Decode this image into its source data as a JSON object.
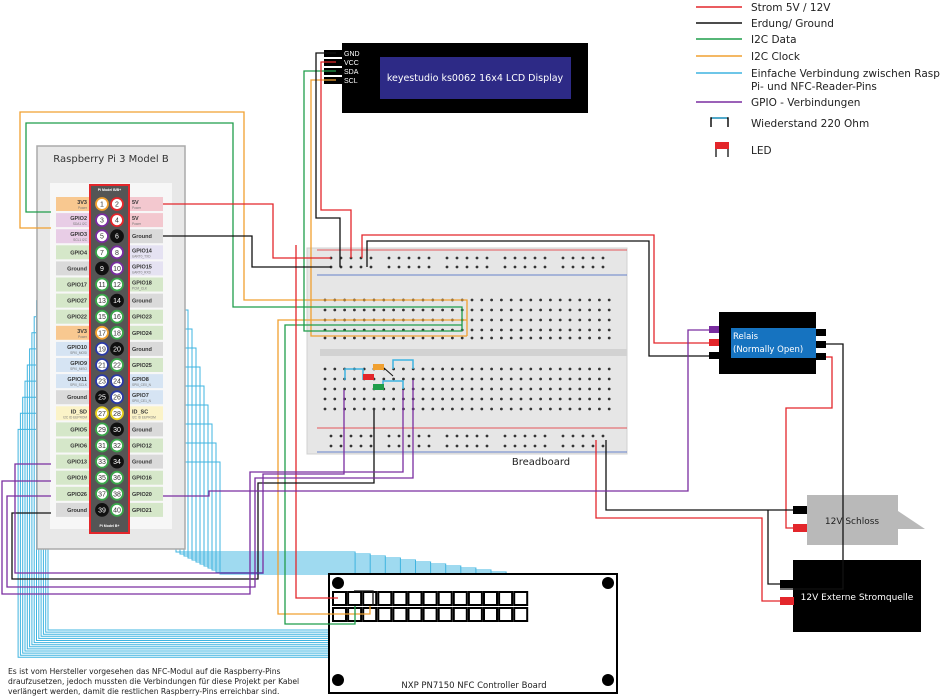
{
  "legend": {
    "items": [
      {
        "label": "Strom 5V / 12V",
        "color": "#e3262b",
        "kind": "line"
      },
      {
        "label": "Erdung/ Ground",
        "color": "#111111",
        "kind": "line"
      },
      {
        "label": "I2C Data",
        "color": "#1f9d4a",
        "kind": "line"
      },
      {
        "label": "I2C Clock",
        "color": "#f0a030",
        "kind": "line"
      },
      {
        "label": "Einfache Verbindung zwischen Raspberry",
        "label2": "Pi- und NFC-Reader-Pins",
        "color": "#3fb4e0",
        "kind": "line"
      },
      {
        "label": "GPIO - Verbindungen",
        "color": "#7a2da0",
        "kind": "line"
      },
      {
        "label": "Wiederstand 220 Ohm",
        "color": "#3fb4e0",
        "kind": "resistor"
      },
      {
        "label": "LED",
        "color": "#e3262b",
        "kind": "led"
      }
    ]
  },
  "pi": {
    "title": "Raspberry Pi 3 Model B",
    "header_top": "Pi Model B/B+",
    "header_bottom": "Pi Model B+",
    "left_pins": [
      {
        "num": "1",
        "name": "3V3",
        "sub": "Power",
        "type": "power3"
      },
      {
        "num": "3",
        "name": "GPIO2",
        "sub": "SDA1 I2C",
        "type": "i2c"
      },
      {
        "num": "5",
        "name": "GPIO3",
        "sub": "SCL1 I2C",
        "type": "i2c"
      },
      {
        "num": "7",
        "name": "GPIO4",
        "sub": "",
        "type": "gpio"
      },
      {
        "num": "9",
        "name": "Ground",
        "sub": "",
        "type": "gnd"
      },
      {
        "num": "11",
        "name": "GPIO17",
        "sub": "",
        "type": "gpio"
      },
      {
        "num": "13",
        "name": "GPIO27",
        "sub": "",
        "type": "gpio"
      },
      {
        "num": "15",
        "name": "GPIO22",
        "sub": "",
        "type": "gpio"
      },
      {
        "num": "17",
        "name": "3V3",
        "sub": "Power",
        "type": "power3"
      },
      {
        "num": "19",
        "name": "GPIO10",
        "sub": "SPI0_MOSI",
        "type": "spi"
      },
      {
        "num": "21",
        "name": "GPIO9",
        "sub": "SPI0_MISO",
        "type": "spi"
      },
      {
        "num": "23",
        "name": "GPIO11",
        "sub": "SPI0_SCLK",
        "type": "spi"
      },
      {
        "num": "25",
        "name": "Ground",
        "sub": "",
        "type": "gnd"
      },
      {
        "num": "27",
        "name": "ID_SD",
        "sub": "I2C ID EEPROM",
        "type": "id"
      },
      {
        "num": "29",
        "name": "GPIO5",
        "sub": "",
        "type": "gpio"
      },
      {
        "num": "31",
        "name": "GPIO6",
        "sub": "",
        "type": "gpio"
      },
      {
        "num": "33",
        "name": "GPIO13",
        "sub": "",
        "type": "gpio"
      },
      {
        "num": "35",
        "name": "GPIO19",
        "sub": "",
        "type": "gpio"
      },
      {
        "num": "37",
        "name": "GPIO26",
        "sub": "",
        "type": "gpio"
      },
      {
        "num": "39",
        "name": "Ground",
        "sub": "",
        "type": "gnd"
      }
    ],
    "right_pins": [
      {
        "num": "2",
        "name": "5V",
        "sub": "Power",
        "type": "power5"
      },
      {
        "num": "4",
        "name": "5V",
        "sub": "Power",
        "type": "power5"
      },
      {
        "num": "6",
        "name": "Ground",
        "sub": "",
        "type": "gnd"
      },
      {
        "num": "8",
        "name": "GPIO14",
        "sub": "UART0_TXD",
        "type": "uart"
      },
      {
        "num": "10",
        "name": "GPIO15",
        "sub": "UART0_RXD",
        "type": "uart"
      },
      {
        "num": "12",
        "name": "GPIO18",
        "sub": "PCM_CLK",
        "type": "gpio"
      },
      {
        "num": "14",
        "name": "Ground",
        "sub": "",
        "type": "gnd"
      },
      {
        "num": "16",
        "name": "GPIO23",
        "sub": "",
        "type": "gpio"
      },
      {
        "num": "18",
        "name": "GPIO24",
        "sub": "",
        "type": "gpio"
      },
      {
        "num": "20",
        "name": "Ground",
        "sub": "",
        "type": "gnd"
      },
      {
        "num": "22",
        "name": "GPIO25",
        "sub": "",
        "type": "gpio"
      },
      {
        "num": "24",
        "name": "GPIO8",
        "sub": "SPI0_CE0_N",
        "type": "spi"
      },
      {
        "num": "26",
        "name": "GPIO7",
        "sub": "SPI0_CE1_N",
        "type": "spi"
      },
      {
        "num": "28",
        "name": "ID_SC",
        "sub": "I2C ID EEPROM",
        "type": "id"
      },
      {
        "num": "30",
        "name": "Ground",
        "sub": "",
        "type": "gnd"
      },
      {
        "num": "32",
        "name": "GPIO12",
        "sub": "",
        "type": "gpio"
      },
      {
        "num": "34",
        "name": "Ground",
        "sub": "",
        "type": "gnd"
      },
      {
        "num": "36",
        "name": "GPIO16",
        "sub": "",
        "type": "gpio"
      },
      {
        "num": "38",
        "name": "GPIO20",
        "sub": "",
        "type": "gpio"
      },
      {
        "num": "40",
        "name": "GPIO21",
        "sub": "",
        "type": "gpio"
      }
    ]
  },
  "lcd": {
    "label": "keyestudio ks0062 16x4 LCD Display",
    "pins": [
      "GND",
      "VCC",
      "SDA",
      "SCL"
    ]
  },
  "breadboard": {
    "label": "Breadboard"
  },
  "relay": {
    "label1": "Relais",
    "label2": "(Normally Open)"
  },
  "lock": {
    "label": "12V Schloss"
  },
  "power_supply": {
    "label": "12V Externe Stromquelle"
  },
  "nfc": {
    "label": "NXP PN7150 NFC Controller Board"
  },
  "note": "Es ist vom Hersteller vorgesehen das NFC-Modul auf die Raspberry-Pins draufzusetzen, jedoch mussten die Verbindungen für diese Projekt per Kabel verlängert werden, damit die restlichen Raspberry-Pins erreichbar sind.",
  "colors": {
    "power": "#e3262b",
    "ground": "#111111",
    "i2c_data": "#1f9d4a",
    "i2c_clock": "#f0a030",
    "nfc_link": "#3fb4e0",
    "gpio": "#7a2da0",
    "lcd_screen": "#2d2a86",
    "relay_screen": "#1673c0"
  }
}
